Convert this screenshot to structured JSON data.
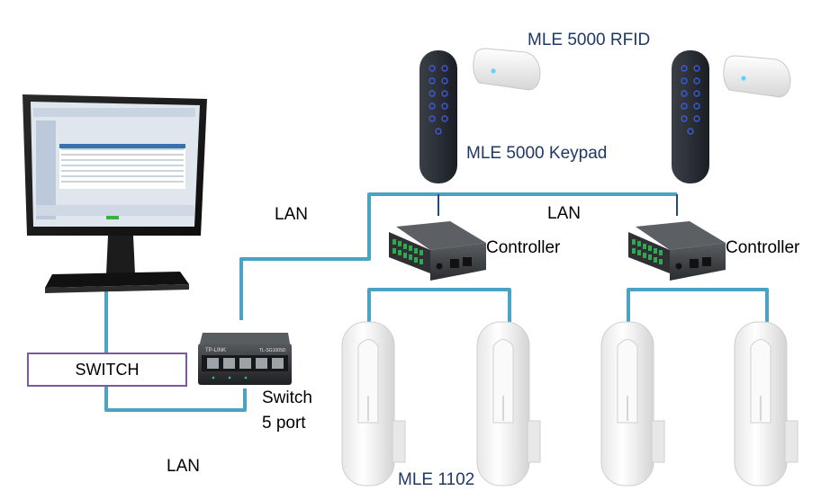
{
  "labels": {
    "rfid": "MLE 5000 RFID",
    "keypad": "MLE 5000 Keypad",
    "lan_left": "LAN",
    "lan_right": "LAN",
    "lan_bottom": "LAN",
    "controller_1": "Controller",
    "controller_2": "Controller",
    "switch_box": "SWITCH",
    "switch_port_line1": "Switch",
    "switch_port_line2": "5 port",
    "mle_1102": "MLE 1102"
  },
  "device_text": {
    "switch_brand": "TP-LINK",
    "switch_model": "TL-SG1005D"
  },
  "colors": {
    "lan_cable": "#4ba3c3",
    "switch_box_border": "#7a5a9a",
    "keypad_body": "#2b2f36",
    "keypad_button": "#3a5bd0",
    "rfid_led": "#5fd3ff",
    "controller_body": "#3a3d40",
    "controller_terminal": "#2fa84f",
    "lock_body": "#f2f2f2"
  }
}
